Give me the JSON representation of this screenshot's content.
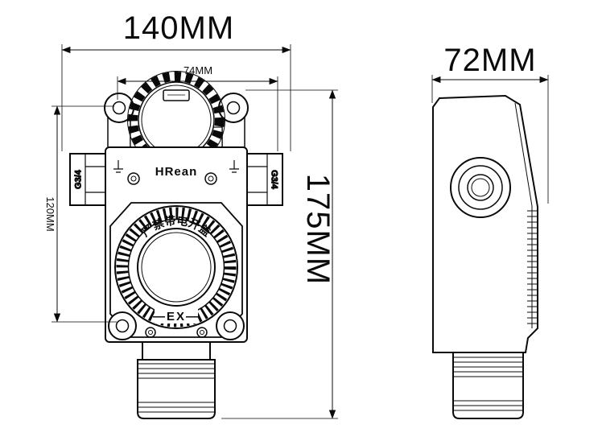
{
  "drawing": {
    "ink": "#0a0a0a",
    "background": "#ffffff",
    "dims": {
      "overall_width": "140MM",
      "hole_spacing": "74MM",
      "overall_height": "175MM",
      "mount_spacing": "120MM",
      "side_width": "72MM"
    },
    "labels": {
      "brand": "HRean",
      "thread_left": "G3/4",
      "thread_right": "G3/4",
      "warning": "严禁带电开盖",
      "ex": "—EX—"
    }
  }
}
